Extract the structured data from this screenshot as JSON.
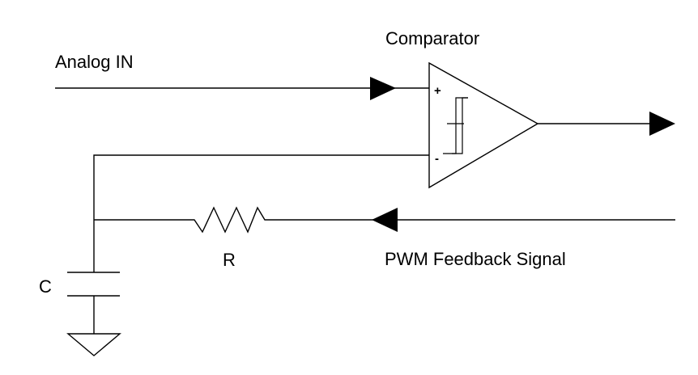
{
  "labels": {
    "comparator": "Comparator",
    "analog_in": "Analog IN",
    "resistor": "R",
    "capacitor": "C",
    "pwm_feedback": "PWM Feedback Signal",
    "plus_pin": "+",
    "minus_pin": "-"
  },
  "colors": {
    "line": "#000000",
    "background": "#ffffff"
  }
}
